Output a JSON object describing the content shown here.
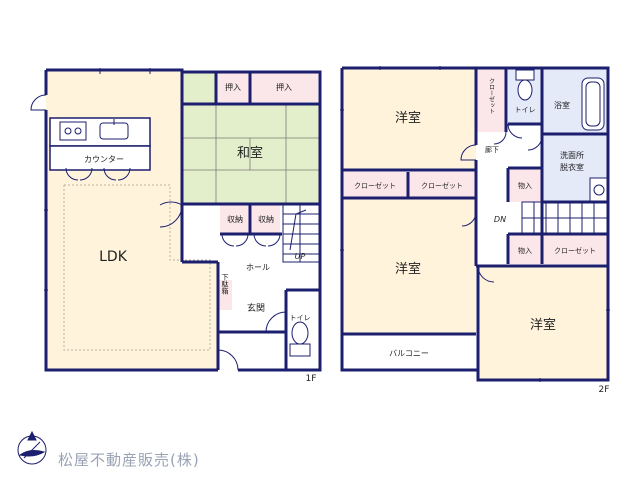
{
  "colors": {
    "wall": "#1c1f6e",
    "floor": "#fff3dc",
    "tatami": "#e3eecb",
    "storage": "#fbe6ea",
    "wet": "#e4eaf8",
    "balcony": "#ffffff",
    "company_text": "#9aa3b5"
  },
  "floor1": {
    "label": "1F",
    "rooms": {
      "ldk": "LDK",
      "counter": "カウンター",
      "washitsu": "和室",
      "oshiire_1": "押入",
      "oshiire_2": "押入",
      "shuno_1": "収納",
      "shuno_2": "収納",
      "hall": "ホール",
      "stairs_up": "UP",
      "getabako": "下駄箱",
      "genkan": "玄関",
      "toilet": "トイレ"
    }
  },
  "floor2": {
    "label": "2F",
    "rooms": {
      "yoshitsu_1": "洋室",
      "yoshitsu_2": "洋室",
      "yoshitsu_3": "洋室",
      "closet_1": "クローゼット",
      "closet_2": "クローゼット",
      "closet_3": "クローゼット",
      "closet_vertical": "クローゼット",
      "toilet": "トイレ",
      "bath": "浴室",
      "rouka": "廊下",
      "senmen": "洗面所\n脱衣室",
      "monoire_1": "物入",
      "monoire_2": "物入",
      "stairs_dn": "DN",
      "balcony": "バルコニー"
    }
  },
  "compass_icon": "north-arrow-icon",
  "company": "松屋不動産販売(株)"
}
